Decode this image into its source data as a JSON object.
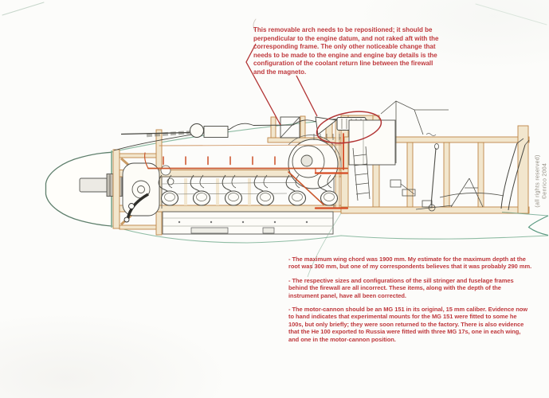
{
  "annotations": {
    "top_note_lines": [
      "This removable arch needs to be repositioned; it should be",
      "perpendicular to the engine datum, and not raked aft with the",
      "corresponding frame. The only other noticeable change that",
      "needs to be made to the engine and engine bay details is the",
      "configuration of the coolant return line between the firewall",
      "and the magneto."
    ],
    "bottom_notes": [
      {
        "lines": [
          "- The maximum wing chord was 1900 mm. My estimate for the maximum depth at the",
          "root was 300 mm, but one of my correspondents believes that it was probably 290 mm."
        ]
      },
      {
        "lines": [
          "- The respective sizes and configurations of the sill stringer and fuselage frames",
          "behind the firewall are all incorrect. These items, along with the depth of the",
          "instrument panel, have all been corrected."
        ]
      },
      {
        "lines": [
          "- The motor-cannon should be an MG 151 in its original, 15 mm caliber. Evidence now",
          "to hand indicates that experimental mounts for the MG 151 were fitted to some he",
          "100s, but only briefly; they were soon returned to the factory. There is also evidence",
          "that the He 100 exported to Russia were fitted with three MG 17s, one in each wing,",
          "and one in the motor-cannon position."
        ]
      }
    ]
  },
  "watermark": {
    "rights": "(all rights reserved)",
    "copyright": "©enrico 2004"
  },
  "appearance": {
    "annotation_red": "#bf393d",
    "leader_red": "#b23434",
    "structure_tan_stroke": "#bd8547",
    "structure_tan_fill": "#f2e6cd",
    "pipe_orange": "#c9572c",
    "bright_red_orange": "#d64b24",
    "outline_teal": "#8fbca4",
    "wing_teal": "#58987f",
    "drawing_line": "#4c4c46",
    "watermark_gray": "#948e83",
    "paper": "#fcfcfa"
  }
}
